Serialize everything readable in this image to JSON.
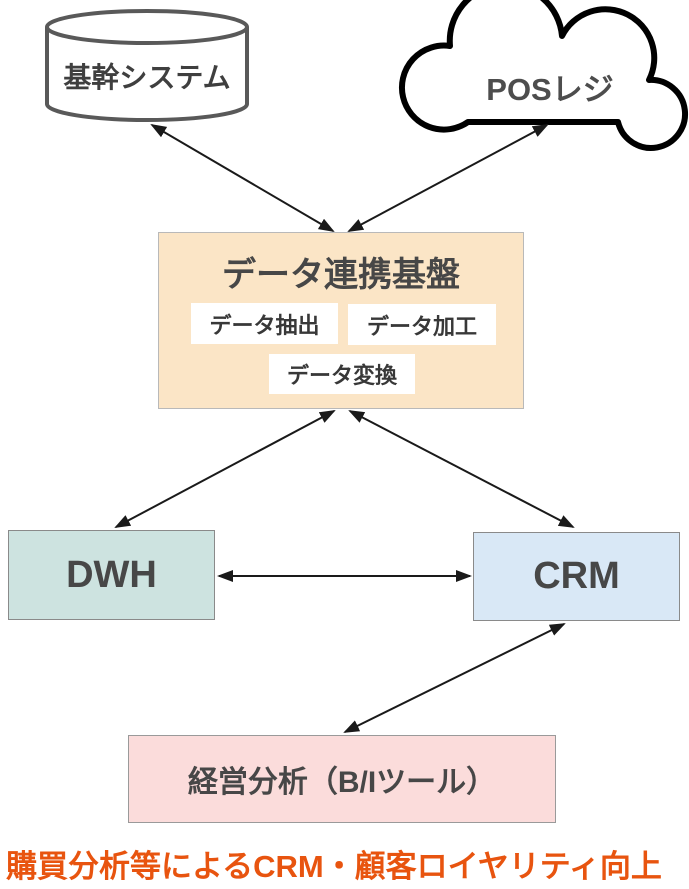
{
  "diagram": {
    "nodes": {
      "core_system": {
        "label": "基幹システム",
        "shape": "database-cylinder"
      },
      "pos_register": {
        "label": "POSレジ",
        "shape": "cloud"
      },
      "platform": {
        "title": "データ連携基盤",
        "chips": [
          "データ抽出",
          "データ加工",
          "データ変換"
        ]
      },
      "dwh": {
        "label": "DWH"
      },
      "crm": {
        "label": "CRM"
      },
      "bi": {
        "label": "経営分析（B/Iツール）"
      }
    },
    "edges": [
      {
        "from": "core_system",
        "to": "platform",
        "direction": "both"
      },
      {
        "from": "pos_register",
        "to": "platform",
        "direction": "both"
      },
      {
        "from": "platform",
        "to": "dwh",
        "direction": "both"
      },
      {
        "from": "platform",
        "to": "crm",
        "direction": "both"
      },
      {
        "from": "dwh",
        "to": "crm",
        "direction": "both"
      },
      {
        "from": "crm",
        "to": "bi",
        "direction": "both"
      }
    ],
    "caption": "購買分析等によるCRM・顧客ロイヤリティ向上",
    "colors": {
      "platform_fill": "#fbe5c6",
      "dwh_fill": "#cde3e0",
      "crm_fill": "#d9e8f6",
      "bi_fill": "#fbdcdb",
      "caption_color": "#e8540f",
      "label_color": "#3f3f3f",
      "cylinder_stroke": "#595959",
      "cloud_stroke": "#000000",
      "arrow_color": "#1a1a1a"
    }
  }
}
